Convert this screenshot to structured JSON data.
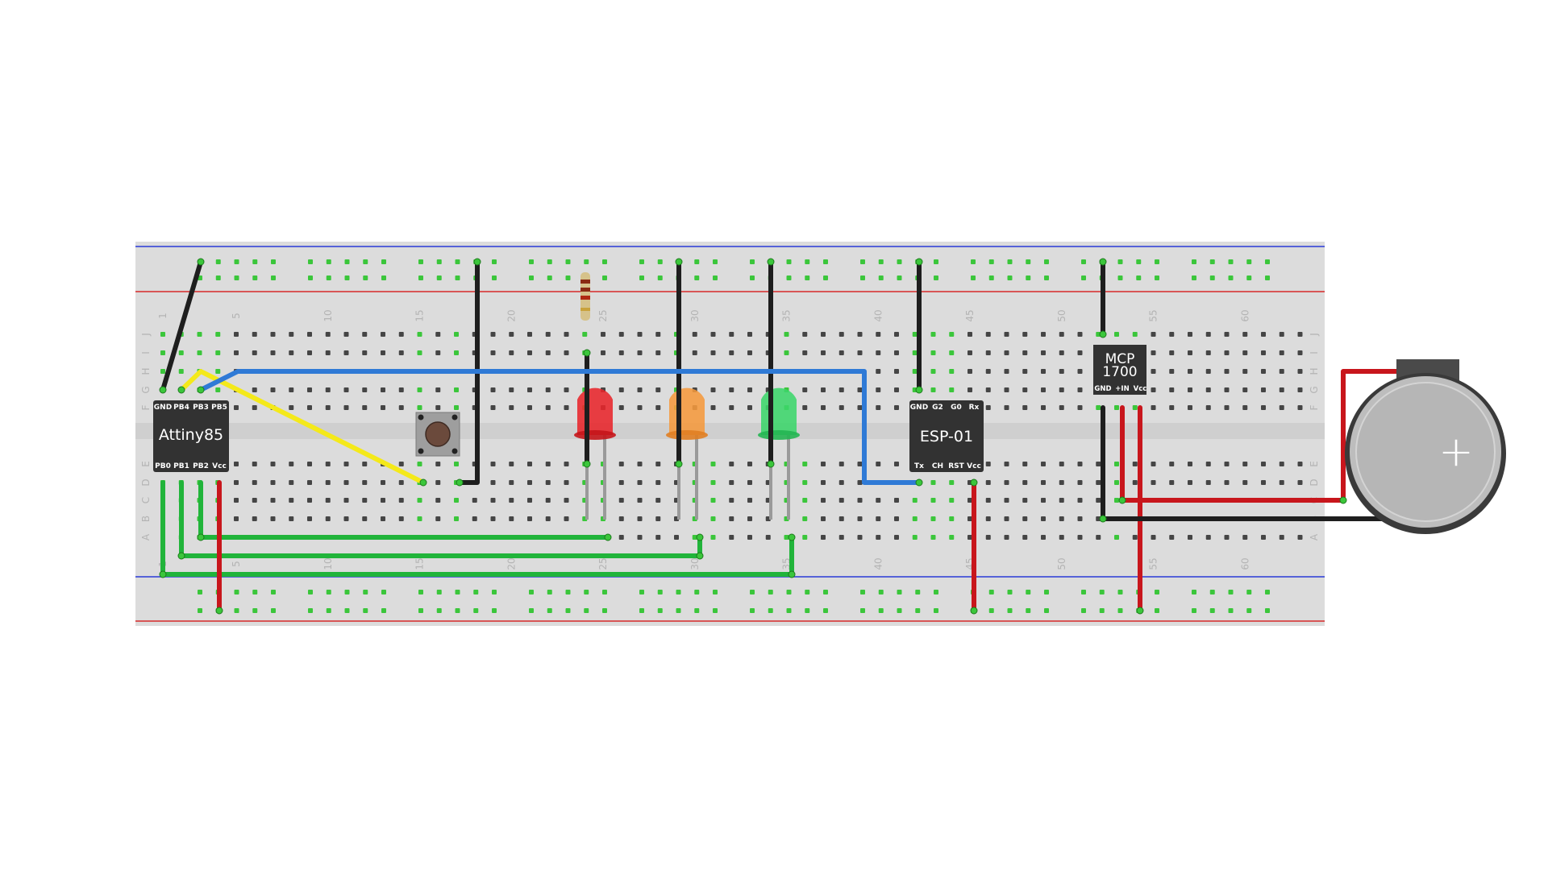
{
  "breadboard": {
    "column_numbers": [
      "1",
      "5",
      "10",
      "15",
      "20",
      "25",
      "30",
      "35",
      "40",
      "45",
      "50",
      "55",
      "60"
    ],
    "row_letters_top": [
      "J",
      "I",
      "H",
      "G",
      "F"
    ],
    "row_letters_bottom": [
      "E",
      "D",
      "C",
      "B",
      "A"
    ]
  },
  "components": {
    "attiny85": {
      "name": "Attiny85",
      "top_pins": [
        "GND",
        "PB4",
        "PB3",
        "PB5"
      ],
      "bottom_pins": [
        "PB0",
        "PB1",
        "PB2",
        "Vcc"
      ]
    },
    "esp01": {
      "name": "ESP-01",
      "top_pins": [
        "GND",
        "G2",
        "G0",
        "Rx"
      ],
      "bottom_pins": [
        "Tx",
        "CH",
        "RST",
        "Vcc"
      ]
    },
    "mcp1700": {
      "name_line1": "MCP",
      "name_line2": "1700",
      "pins": [
        "GND",
        "+IN",
        "Vcc"
      ]
    },
    "battery": {
      "symbol": "+"
    },
    "leds": [
      {
        "color": "red",
        "hex": "#e8262b"
      },
      {
        "color": "orange",
        "hex": "#f59a3d"
      },
      {
        "color": "green",
        "hex": "#3cd66b"
      }
    ]
  },
  "colors": {
    "wire_black": "#1e1e1e",
    "wire_red": "#c8161c",
    "wire_green": "#21b43a",
    "wire_yellow": "#f4e91a",
    "wire_blue": "#2f7ad6",
    "board": "#dcdcdc",
    "hole": "#454545",
    "hole_connected": "#3bc63b"
  }
}
